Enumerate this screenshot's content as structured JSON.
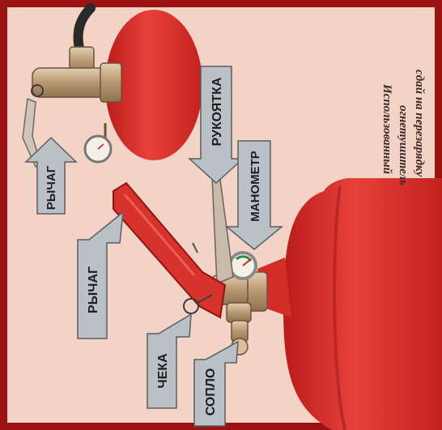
{
  "colors": {
    "background": "#f2d3c5",
    "frame": "#9a1212",
    "extinguisher_red": "#e1312c",
    "label_fill": "#b9c1c7",
    "metal": "#c7a987"
  },
  "heading": {
    "line1": "Использованный",
    "line2": "огнетушитель",
    "line3": "сдай на перезарядку"
  },
  "labels": {
    "lever_small": "РЫЧАГ",
    "lever": "РЫЧАГ",
    "pin": "ЧЕКА",
    "nozzle": "СОПЛО",
    "handle": "РУКОЯТКА",
    "gauge": "МАНОМЕТР"
  }
}
